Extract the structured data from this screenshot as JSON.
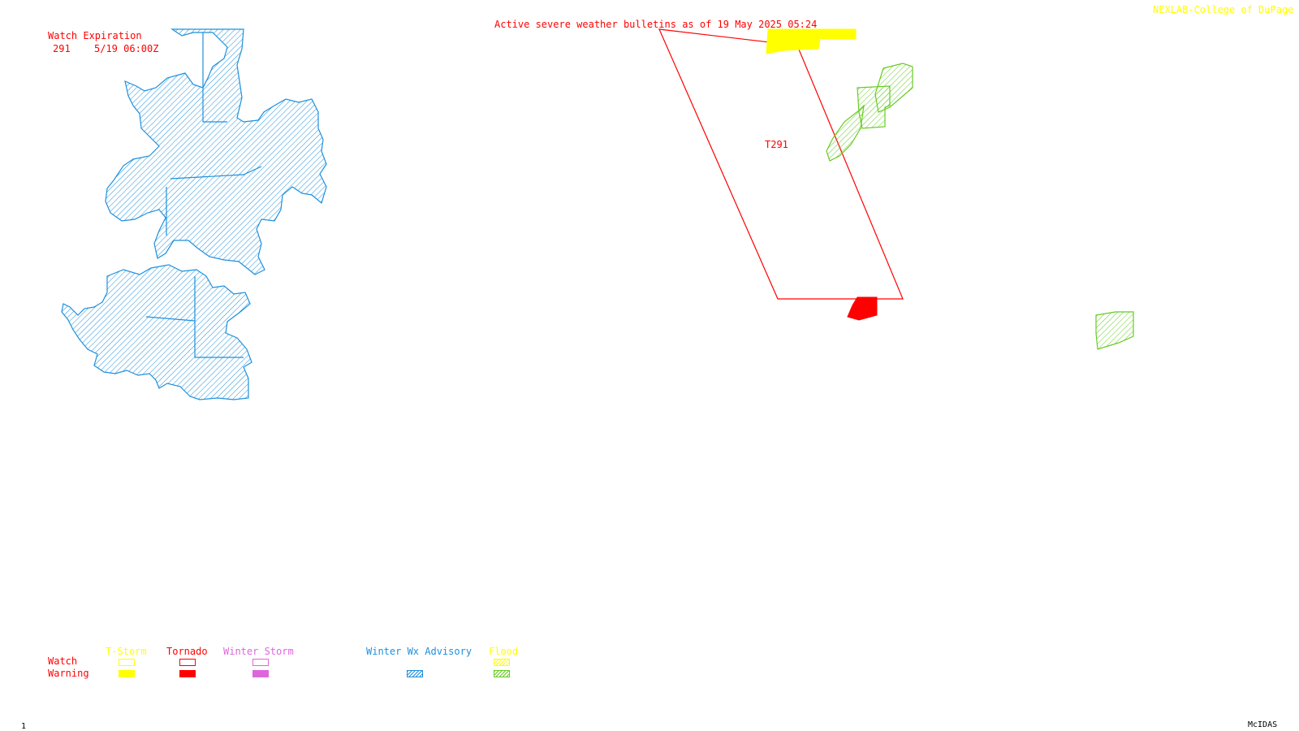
{
  "header": {
    "title": "Active severe weather bulletins as of 19 May 2025 05:24",
    "credit": "NEXLAB-College of DuPage R"
  },
  "watch_expiration": {
    "label": "Watch Expiration",
    "rows": [
      {
        "id": "291",
        "expires": "5/19 06:00Z"
      }
    ]
  },
  "map_labels": {
    "watch_box_label": "T291"
  },
  "legend": {
    "row_labels": {
      "watch": "Watch",
      "warning": "Warning"
    },
    "categories": [
      {
        "key": "tstorm",
        "label": "T-Storm",
        "color": "#ffff00",
        "watch": "outline",
        "warning": "solid"
      },
      {
        "key": "tornado",
        "label": "Tornado",
        "color": "#ff0000",
        "watch": "outline",
        "warning": "solid"
      },
      {
        "key": "winter_storm",
        "label": "Winter Storm",
        "color": "#dd66dd",
        "watch": "outline",
        "warning": "solid"
      },
      {
        "key": "winter_wx_advisory",
        "label": "Winter Wx Advisory",
        "color": "#1e90dd",
        "watch": "none",
        "warning": "hatched"
      },
      {
        "key": "flood",
        "label": "Flood",
        "color": "#ffff00",
        "watch": "hatched",
        "warning": "hatched",
        "warning_color": "#66cc22"
      }
    ]
  },
  "footer": {
    "left": "1",
    "right": "McIDAS"
  },
  "colors": {
    "watch_red": "#ff0000",
    "tstorm_yellow": "#ffff00",
    "winter_blue": "#1e90dd",
    "flood_green": "#66cc22",
    "background": "#ffffff"
  }
}
